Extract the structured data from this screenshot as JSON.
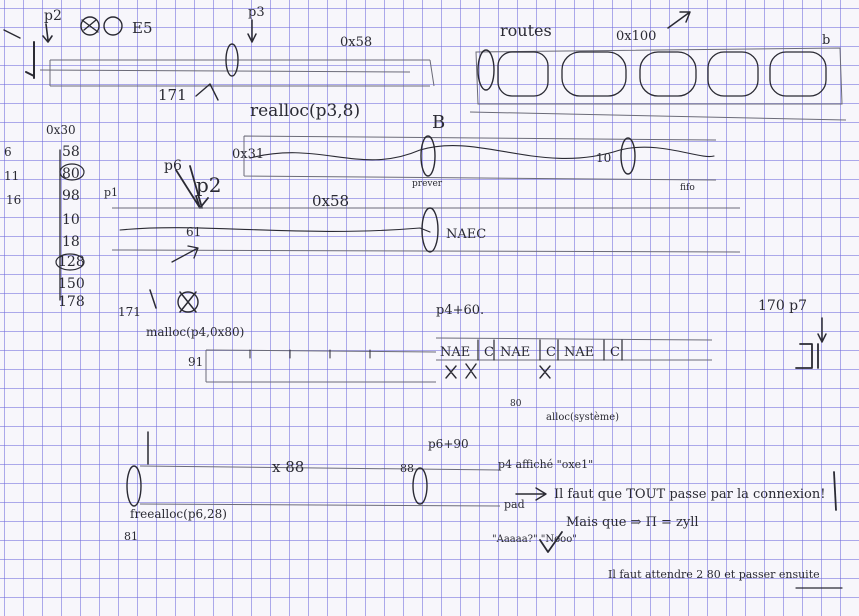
{
  "notes": {
    "corner_label": "E5",
    "p2_label": "p2",
    "p3_label": "p3",
    "addr_0x58": "0x58",
    "routes_label": "routes",
    "addr_0x100": "0x100",
    "b_label": "b",
    "num_171": "171",
    "realloc_call": "realloc(p3,8)",
    "chunk_0x31": "0x31",
    "sizes_list": [
      "58",
      "80",
      "98",
      "10",
      "18",
      "128",
      "150",
      "178"
    ],
    "size_header": "0x30",
    "left_nums": [
      "6",
      "11",
      "16"
    ],
    "B_label": "B",
    "prever_label": "prever",
    "fifo_label": "fifo",
    "p2_arrow_label": "p2",
    "addr_0x58b": "0x58",
    "chunk_61": "61",
    "naec_label": "NAEC",
    "p1_label": "p1",
    "p2_170_label": "170 p7",
    "p6_label": "p6",
    "malloc_call": "malloc(p4,0x80)",
    "chunk_91": "91",
    "p4_60": "p4+60.",
    "naec_seq": [
      "NAE",
      "C",
      "NAE",
      "C",
      "NAE",
      "C"
    ],
    "alloc_note": "alloc(système)",
    "x88": "x 88",
    "p6_90": "p6+90",
    "freealloc_call": "freealloc(p6,28)",
    "chunk_81": "81",
    "affiche": "p4 affiché \"oxe1\"",
    "pad_note": "pad",
    "tout_note": "Il faut que TOUT passe par la connexion!",
    "mais_note": "Mais que ⇒ Π = zyll",
    "nan_note": "\"Aaaaa?\" \"Nooo\"",
    "bottom_note": "Il faut attendre 2 80 et passer ensuite",
    "num_88": "88",
    "num_10": "10",
    "num_80": "80"
  },
  "colors": {
    "paper": "#f7f6fb",
    "grid": "#6e69dc",
    "ink": "#2a2a33"
  }
}
